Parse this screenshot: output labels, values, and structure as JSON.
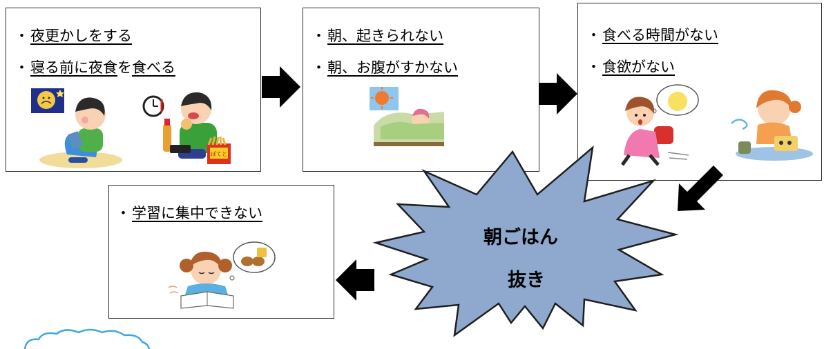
{
  "boxes": [
    {
      "lines": [
        {
          "bullet": "・",
          "segments": [
            {
              "text": "夜更かしをする",
              "u": true
            }
          ]
        },
        {
          "bullet": "・",
          "segments": [
            {
              "text": "寝る前に夜食",
              "u": true
            },
            {
              "text": "を",
              "u": false
            },
            {
              "text": "食べる",
              "u": true
            }
          ]
        }
      ]
    },
    {
      "lines": [
        {
          "bullet": "・",
          "segments": [
            {
              "text": "朝、起きられない",
              "u": true
            }
          ]
        },
        {
          "bullet": "・",
          "segments": [
            {
              "text": "朝、お腹がすかない",
              "u": true
            }
          ]
        }
      ]
    },
    {
      "lines": [
        {
          "bullet": "・",
          "segments": [
            {
              "text": "食べる時間がない",
              "u": true
            }
          ]
        },
        {
          "bullet": "・",
          "segments": [
            {
              "text": "食欲がない",
              "u": true
            }
          ]
        }
      ]
    },
    {
      "lines": [
        {
          "bullet": "・",
          "segments": [
            {
              "text": "学習に集中できない",
              "u": true
            }
          ]
        }
      ]
    }
  ],
  "center": {
    "line1": "朝ごはん",
    "line2": "抜き",
    "fill": "#8EA9CD",
    "stroke": "#1f1f1f"
  },
  "illustration_labels": {
    "snack_bag": "ぽてと"
  }
}
